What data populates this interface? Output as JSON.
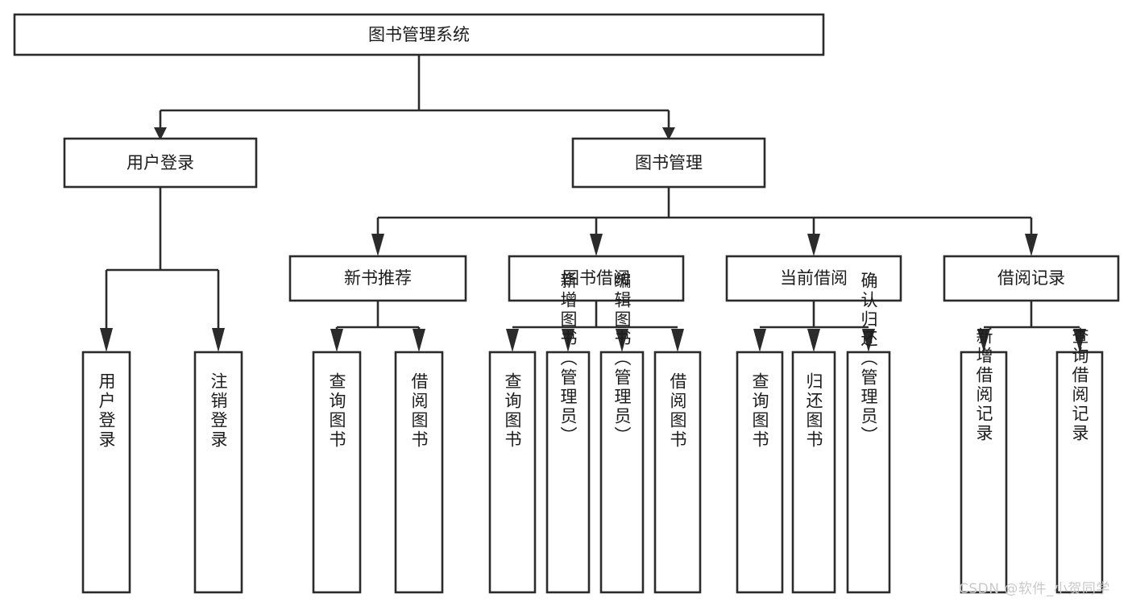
{
  "diagram": {
    "type": "tree",
    "title": "图书管理系统",
    "theme": {
      "background": "#ffffff",
      "box_fill": "#ffffff",
      "box_stroke": "#2b2b2b",
      "text_color": "#1c1c1c",
      "watermark_color": "#c9c9c9"
    },
    "levels": {
      "root": {
        "label": "图书管理系统"
      },
      "level2": [
        {
          "label": "用户登录"
        },
        {
          "label": "图书管理"
        }
      ],
      "level3": [
        {
          "label": "新书推荐"
        },
        {
          "label": "图书借阅"
        },
        {
          "label": "当前借阅"
        },
        {
          "label": "借阅记录"
        }
      ],
      "leaves": {
        "user_login": [
          {
            "label": "用户登录"
          },
          {
            "label": "注销登录"
          }
        ],
        "new_book_recommend": [
          {
            "label": "查询图书"
          },
          {
            "label": "借阅图书"
          }
        ],
        "book_borrow": [
          {
            "label": "查询图书"
          },
          {
            "label": "新增图书（管理员）"
          },
          {
            "label": "编辑图书（管理员）"
          },
          {
            "label": "借阅图书"
          }
        ],
        "current_borrow": [
          {
            "label": "查询图书"
          },
          {
            "label": "归还图书"
          },
          {
            "label": "确认归还（管理员）"
          }
        ],
        "borrow_record": [
          {
            "label": "新增借阅记录"
          },
          {
            "label": "查询借阅记录"
          }
        ]
      }
    },
    "watermark": "CSDN @软件_小贺同学"
  }
}
